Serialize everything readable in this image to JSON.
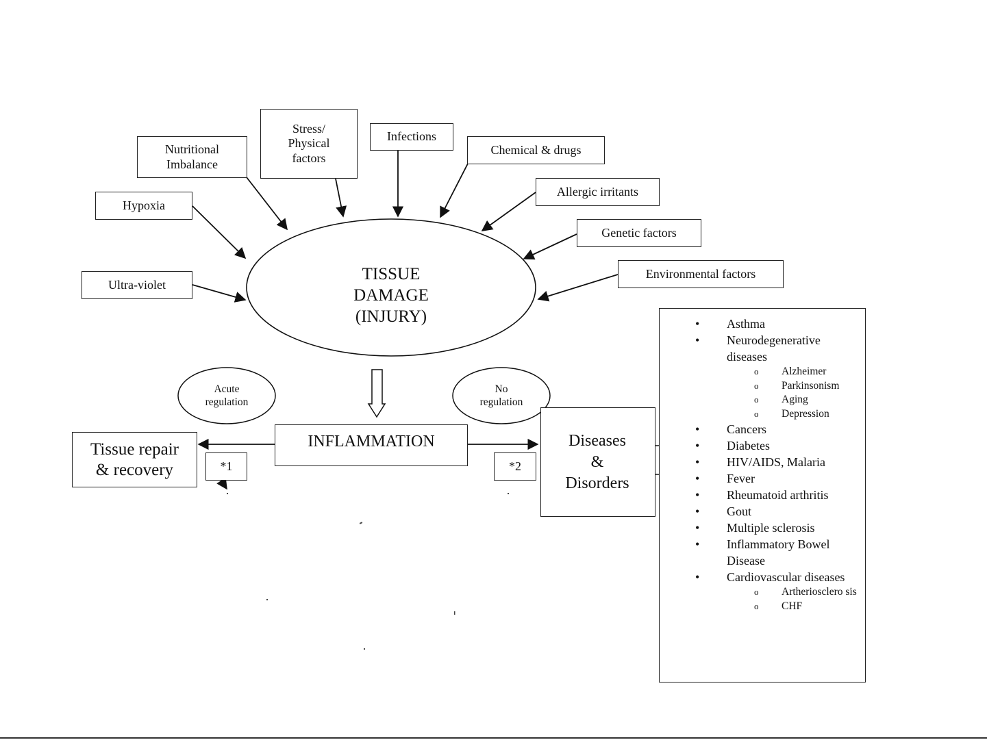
{
  "causes": {
    "nutritional": "Nutritional\nImbalance",
    "stress": "Stress/\nPhysical\nfactors",
    "infections": "Infections",
    "chemical": "Chemical & drugs",
    "hypoxia": "Hypoxia",
    "allergic": "Allergic irritants",
    "genetic": "Genetic factors",
    "ultraviolet": "Ultra-violet",
    "environmental": "Environmental factors"
  },
  "tissue_damage": "TISSUE\nDAMAGE\n(INJURY)",
  "inflammation": "INFLAMMATION",
  "acute_regulation": "Acute\nregulation",
  "no_regulation": "No\nregulation",
  "tissue_repair": "Tissue repair\n& recovery",
  "note1": "*1",
  "note2": "*2",
  "diseases": "Diseases\n&\nDisorders",
  "disease_list": {
    "bullet_main": "•",
    "bullet_sub": "o",
    "asthma": "Asthma",
    "neuro": "Neurodegenerative diseases",
    "alzheimer": "Alzheimer",
    "parkinsonism": "Parkinsonism",
    "aging": "Aging",
    "depression": "Depression",
    "cancers": "Cancers",
    "diabetes": "Diabetes",
    "hiv": "HIV/AIDS, Malaria",
    "fever": "Fever",
    "rheumatoid": "Rheumatoid arthritis",
    "gout": "Gout",
    "ms": "Multiple sclerosis",
    "ibd": "Inflammatory Bowel Disease",
    "cardio": "Cardiovascular diseases",
    "arthero": "Artheriosclero sis",
    "chf": "CHF"
  }
}
